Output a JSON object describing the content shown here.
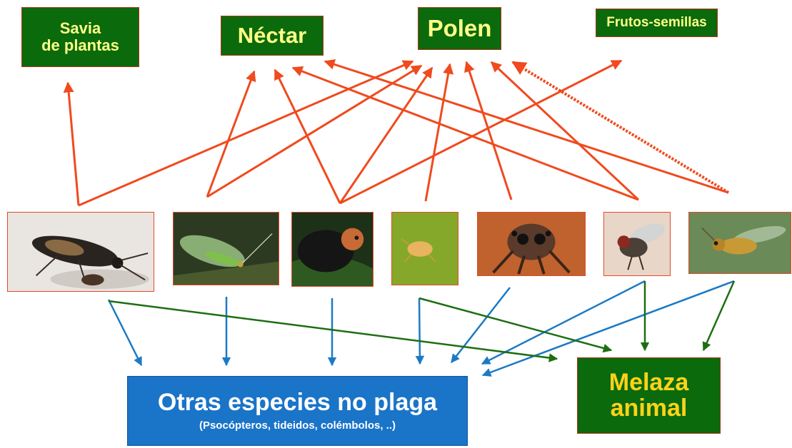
{
  "foods": {
    "sap": [
      "Savia",
      "de plantas"
    ],
    "nectar": "Néctar",
    "pollen": "Polen",
    "fruits": "Frutos-semillas"
  },
  "targets": {
    "other_species_title": "Otras especies no plaga",
    "other_species_subtitle": "(Psocópteros, tideidos, colémbolos, ..)",
    "honeydew": [
      "Melaza",
      "animal"
    ]
  },
  "organisms": [
    {
      "icon": "predatory-bug-photo"
    },
    {
      "icon": "lacewing-photo"
    },
    {
      "icon": "ladybird-larva-photo"
    },
    {
      "icon": "mite-photo"
    },
    {
      "icon": "jumping-spider-photo"
    },
    {
      "icon": "hoverfly-photo"
    },
    {
      "icon": "parasitoid-wasp-photo"
    }
  ],
  "colors": {
    "red_arrow": "#f04a1e",
    "blue_arrow": "#1c7ac4",
    "green_arrow": "#1d6e12",
    "food_box": "#0b6a0b",
    "other_species_box": "#1a74c8",
    "honeydew_text": "#ffd21a",
    "food_text": "#ffff88"
  }
}
